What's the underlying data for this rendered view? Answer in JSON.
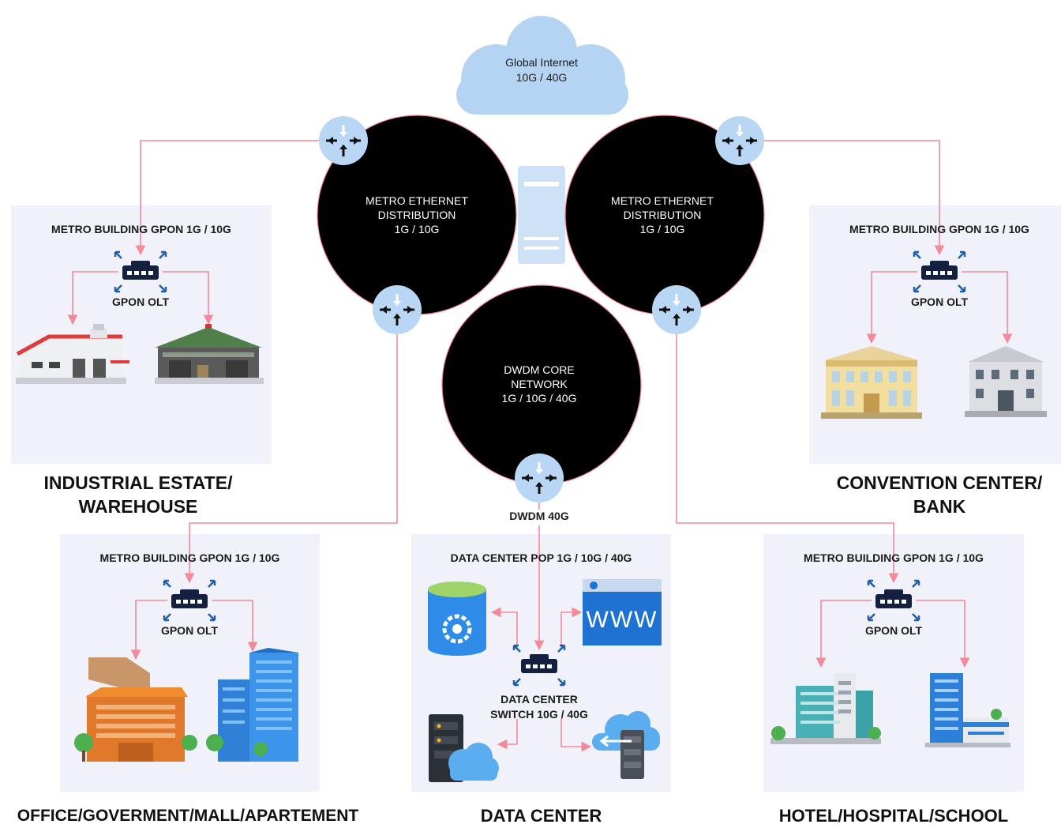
{
  "internet": {
    "line1": "Global Internet",
    "line2": "10G / 40G"
  },
  "metro_left": {
    "line1": "METRO ETHERNET",
    "line2": "DISTRIBUTION",
    "line3": "1G / 10G"
  },
  "metro_right": {
    "line1": "METRO ETHERNET",
    "line2": "DISTRIBUTION",
    "line3": "1G / 10G"
  },
  "core": {
    "line1": "DWDM CORE",
    "line2": "NETWORK",
    "line3": "1G / 10G / 40G"
  },
  "dwdm_label": "DWDM 40G",
  "panels": {
    "industrial": {
      "header": "METRO BUILDING GPON 1G / 10G",
      "olt": "GPON OLT",
      "title1": "INDUSTRIAL ESTATE/",
      "title2": "WAREHOUSE"
    },
    "convention": {
      "header": "METRO BUILDING GPON 1G / 10G",
      "olt": "GPON OLT",
      "title1": "CONVENTION CENTER/",
      "title2": "BANK"
    },
    "office": {
      "header": "METRO BUILDING GPON 1G / 10G",
      "olt": "GPON OLT",
      "title": "OFFICE/GOVERMENT/MALL/APARTEMENT"
    },
    "datacenter": {
      "header": "DATA CENTER POP 1G / 10G / 40G",
      "switch1": "DATA CENTER",
      "switch2": "SWITCH 10G / 40G",
      "www": "WWW",
      "title": "DATA CENTER"
    },
    "hotel": {
      "header": "METRO BUILDING GPON 1G / 10G",
      "olt": "GPON OLT",
      "title": "HOTEL/HOSPITAL/SCHOOL"
    }
  },
  "colors": {
    "link": "#f28a9a",
    "panel": "#f1f1f9",
    "router": "#b9d7f5",
    "cloud": "#b5d3f2",
    "device": "#15203e"
  }
}
